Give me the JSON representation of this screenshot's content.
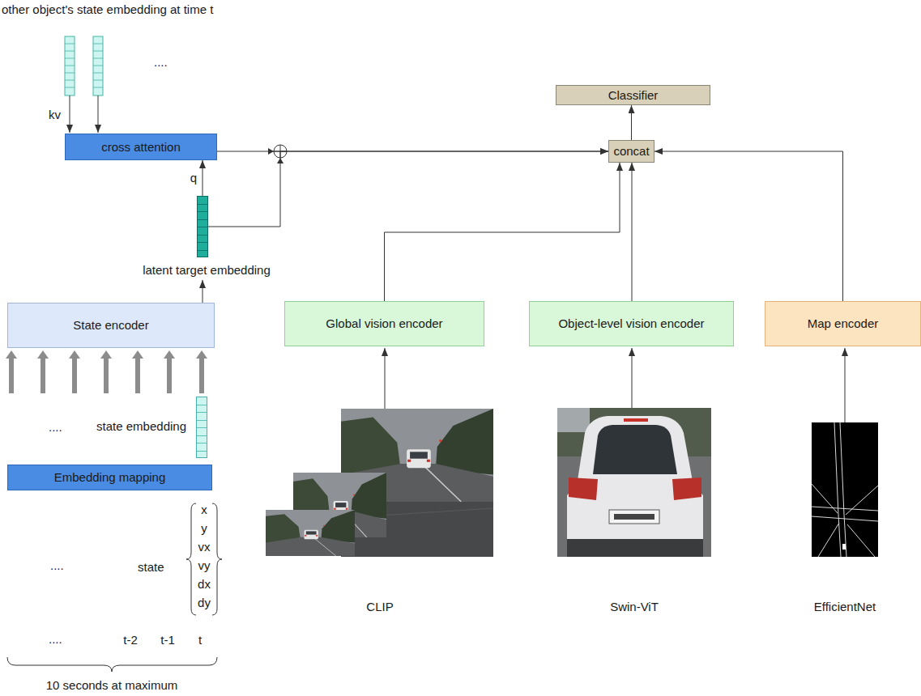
{
  "diagram": {
    "nodes": [
      {
        "text": [
          "cross attention"
        ]
      },
      {
        "text": [
          "Classifier"
        ]
      },
      {
        "text": [
          "concat"
        ]
      },
      {
        "text": [
          "latent target embedding"
        ]
      },
      {
        "text": [
          "State encoder"
        ]
      },
      {
        "text": [
          "Global vision encoder"
        ]
      },
      {
        "text": [
          "Object-level vision encoder"
        ]
      },
      {
        "text": [
          "Map encoder"
        ]
      },
      {
        "text": [
          "state embedding"
        ]
      },
      {
        "text": [
          "Embedding mapping"
        ]
      }
    ],
    "edges": [
      {
        "from": 4,
        "to": 3,
        "arrow": "to"
      },
      {
        "from": 3,
        "to": 0,
        "label": "q",
        "arrow": "to"
      },
      {
        "from": 0,
        "to": 2,
        "arrow": "to"
      },
      {
        "from": 3,
        "to": 2,
        "arrow": "to"
      },
      {
        "from": 5,
        "to": 2,
        "arrow": "to"
      },
      {
        "from": 6,
        "to": 2,
        "arrow": "to"
      },
      {
        "from": 7,
        "to": 2,
        "arrow": "to"
      },
      {
        "from": 2,
        "to": 1,
        "arrow": "to"
      },
      {
        "from": 8,
        "to": 4,
        "arrow": "to"
      }
    ],
    "labels": [
      "other object's state embedding at time t",
      "kv",
      "....",
      "....",
      "....",
      "state",
      "x",
      "y",
      "vx",
      "vy",
      "dx",
      "dy",
      "....",
      "t-2",
      "t-1",
      "t",
      "10 seconds at maximum",
      "CLIP",
      "Swin-ViT",
      "EfficientNet"
    ]
  }
}
